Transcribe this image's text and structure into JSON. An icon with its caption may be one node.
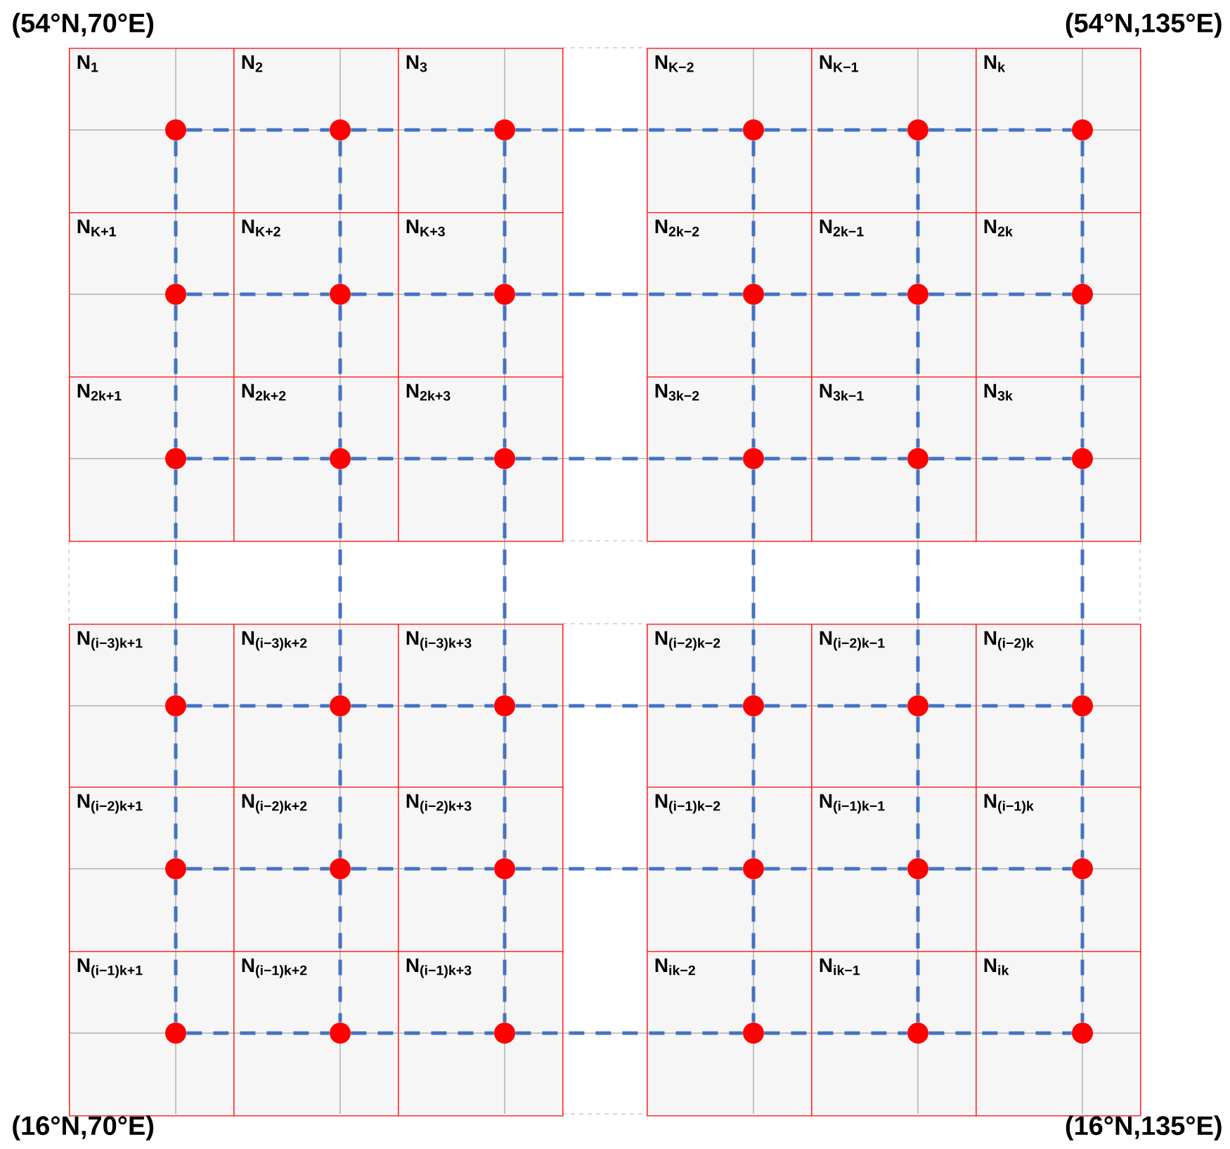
{
  "diagram": {
    "nodes": [
      {
        "text": [
          "N$_{1}$"
        ]
      },
      {
        "text": [],
        "shape": "circle",
        "in": 0
      },
      {
        "text": [
          "N$_{2}$"
        ]
      },
      {
        "text": [],
        "shape": "circle",
        "in": 2
      },
      {
        "text": [
          "N$_{3}$"
        ]
      },
      {
        "text": [],
        "shape": "circle",
        "in": 4
      },
      {
        "text": [
          "N$_{K−2}$"
        ]
      },
      {
        "text": [],
        "shape": "circle",
        "in": 6
      },
      {
        "text": [
          "N$_{K−1}$"
        ]
      },
      {
        "text": [],
        "shape": "circle",
        "in": 8
      },
      {
        "text": [
          "N$_{k}$"
        ]
      },
      {
        "text": [],
        "shape": "circle",
        "in": 10
      },
      {
        "text": [
          "N$_{K+1}$"
        ]
      },
      {
        "text": [],
        "shape": "circle",
        "in": 12
      },
      {
        "text": [
          "N$_{K+2}$"
        ]
      },
      {
        "text": [],
        "shape": "circle",
        "in": 14
      },
      {
        "text": [
          "N$_{K+3}$"
        ]
      },
      {
        "text": [],
        "shape": "circle",
        "in": 16
      },
      {
        "text": [
          "N$_{2k−2}$"
        ]
      },
      {
        "text": [],
        "shape": "circle",
        "in": 18
      },
      {
        "text": [
          "N$_{2k−1}$"
        ]
      },
      {
        "text": [],
        "shape": "circle",
        "in": 20
      },
      {
        "text": [
          "N$_{2k}$"
        ]
      },
      {
        "text": [],
        "shape": "circle",
        "in": 22
      },
      {
        "text": [
          "N$_{2k+1}$"
        ]
      },
      {
        "text": [],
        "shape": "circle",
        "in": 24
      },
      {
        "text": [
          "N$_{2k+2}$"
        ]
      },
      {
        "text": [],
        "shape": "circle",
        "in": 26
      },
      {
        "text": [
          "N$_{2k+3}$"
        ]
      },
      {
        "text": [],
        "shape": "circle",
        "in": 28
      },
      {
        "text": [
          "N$_{3k−2}$"
        ]
      },
      {
        "text": [],
        "shape": "circle",
        "in": 30
      },
      {
        "text": [
          "N$_{3k−1}$"
        ]
      },
      {
        "text": [],
        "shape": "circle",
        "in": 32
      },
      {
        "text": [
          "N$_{3k}$"
        ]
      },
      {
        "text": [],
        "shape": "circle",
        "in": 34
      },
      {
        "text": [
          "N$_{(i−3)k+1}$"
        ]
      },
      {
        "text": [],
        "shape": "circle",
        "in": 36
      },
      {
        "text": [
          "N$_{(i−3)k+2}$"
        ]
      },
      {
        "text": [],
        "shape": "circle",
        "in": 38
      },
      {
        "text": [
          "N$_{(i−3)k+3}$"
        ]
      },
      {
        "text": [],
        "shape": "circle",
        "in": 40
      },
      {
        "text": [
          "N$_{(i−2)k−2}$"
        ]
      },
      {
        "text": [],
        "shape": "circle",
        "in": 42
      },
      {
        "text": [
          "N$_{(i−2)k−1}$"
        ]
      },
      {
        "text": [],
        "shape": "circle",
        "in": 44
      },
      {
        "text": [
          "N$_{(i−2)k}$"
        ]
      },
      {
        "text": [],
        "shape": "circle",
        "in": 46
      },
      {
        "text": [
          "N$_{(i−2)k+1}$"
        ]
      },
      {
        "text": [],
        "shape": "circle",
        "in": 48
      },
      {
        "text": [
          "N$_{(i−2)k+2}$"
        ]
      },
      {
        "text": [],
        "shape": "circle",
        "in": 50
      },
      {
        "text": [
          "N$_{(i−2)k+3}$"
        ]
      },
      {
        "text": [],
        "shape": "circle",
        "in": 52
      },
      {
        "text": [
          "N$_{(i−1)k−2}$"
        ]
      },
      {
        "text": [],
        "shape": "circle",
        "in": 54
      },
      {
        "text": [
          "N$_{(i−1)k−1}$"
        ]
      },
      {
        "text": [],
        "shape": "circle",
        "in": 56
      },
      {
        "text": [
          "N$_{(i−1)k}$"
        ]
      },
      {
        "text": [],
        "shape": "circle",
        "in": 58
      },
      {
        "text": [
          "N$_{(i−1)k+1}$"
        ]
      },
      {
        "text": [],
        "shape": "circle",
        "in": 60
      },
      {
        "text": [
          "N$_{(i−1)k+2}$"
        ]
      },
      {
        "text": [],
        "shape": "circle",
        "in": 62
      },
      {
        "text": [
          "N$_{(i−1)k+3}$"
        ]
      },
      {
        "text": [],
        "shape": "circle",
        "in": 64
      },
      {
        "text": [
          "N$_{ik−2}$"
        ]
      },
      {
        "text": [],
        "shape": "circle",
        "in": 66
      },
      {
        "text": [
          "N$_{ik−1}$"
        ]
      },
      {
        "text": [],
        "shape": "circle",
        "in": 68
      },
      {
        "text": [
          "N$_{ik}$"
        ]
      },
      {
        "text": [],
        "shape": "circle",
        "in": 70
      }
    ],
    "edges": [
      {
        "from": 1,
        "to": 3,
        "arrow": "none",
        "style": "dashed"
      },
      {
        "from": 3,
        "to": 5,
        "arrow": "none",
        "style": "dashed"
      },
      {
        "from": 5,
        "to": 7,
        "arrow": "none",
        "style": "dashed"
      },
      {
        "from": 7,
        "to": 9,
        "arrow": "none",
        "style": "dashed"
      },
      {
        "from": 9,
        "to": 11,
        "arrow": "none",
        "style": "dashed"
      },
      {
        "from": 13,
        "to": 15,
        "arrow": "none",
        "style": "dashed"
      },
      {
        "from": 15,
        "to": 17,
        "arrow": "none",
        "style": "dashed"
      },
      {
        "from": 17,
        "to": 19,
        "arrow": "none",
        "style": "dashed"
      },
      {
        "from": 19,
        "to": 21,
        "arrow": "none",
        "style": "dashed"
      },
      {
        "from": 21,
        "to": 23,
        "arrow": "none",
        "style": "dashed"
      },
      {
        "from": 25,
        "to": 27,
        "arrow": "none",
        "style": "dashed"
      },
      {
        "from": 27,
        "to": 29,
        "arrow": "none",
        "style": "dashed"
      },
      {
        "from": 29,
        "to": 31,
        "arrow": "none",
        "style": "dashed"
      },
      {
        "from": 31,
        "to": 33,
        "arrow": "none",
        "style": "dashed"
      },
      {
        "from": 33,
        "to": 35,
        "arrow": "none",
        "style": "dashed"
      },
      {
        "from": 37,
        "to": 39,
        "arrow": "none",
        "style": "dashed"
      },
      {
        "from": 39,
        "to": 41,
        "arrow": "none",
        "style": "dashed"
      },
      {
        "from": 41,
        "to": 43,
        "arrow": "none",
        "style": "dashed"
      },
      {
        "from": 43,
        "to": 45,
        "arrow": "none",
        "style": "dashed"
      },
      {
        "from": 45,
        "to": 47,
        "arrow": "none",
        "style": "dashed"
      },
      {
        "from": 49,
        "to": 51,
        "arrow": "none",
        "style": "dashed"
      },
      {
        "from": 51,
        "to": 53,
        "arrow": "none",
        "style": "dashed"
      },
      {
        "from": 53,
        "to": 55,
        "arrow": "none",
        "style": "dashed"
      },
      {
        "from": 55,
        "to": 57,
        "arrow": "none",
        "style": "dashed"
      },
      {
        "from": 57,
        "to": 59,
        "arrow": "none",
        "style": "dashed"
      },
      {
        "from": 61,
        "to": 63,
        "arrow": "none",
        "style": "dashed"
      },
      {
        "from": 63,
        "to": 65,
        "arrow": "none",
        "style": "dashed"
      },
      {
        "from": 65,
        "to": 67,
        "arrow": "none",
        "style": "dashed"
      },
      {
        "from": 67,
        "to": 69,
        "arrow": "none",
        "style": "dashed"
      },
      {
        "from": 69,
        "to": 71,
        "arrow": "none",
        "style": "dashed"
      },
      {
        "from": 1,
        "to": 13,
        "arrow": "none",
        "style": "dashed"
      },
      {
        "from": 13,
        "to": 25,
        "arrow": "none",
        "style": "dashed"
      },
      {
        "from": 25,
        "to": 37,
        "arrow": "none",
        "style": "dashed"
      },
      {
        "from": 37,
        "to": 49,
        "arrow": "none",
        "style": "dashed"
      },
      {
        "from": 49,
        "to": 61,
        "arrow": "none",
        "style": "dashed"
      },
      {
        "from": 3,
        "to": 15,
        "arrow": "none",
        "style": "dashed"
      },
      {
        "from": 15,
        "to": 27,
        "arrow": "none",
        "style": "dashed"
      },
      {
        "from": 27,
        "to": 39,
        "arrow": "none",
        "style": "dashed"
      },
      {
        "from": 39,
        "to": 51,
        "arrow": "none",
        "style": "dashed"
      },
      {
        "from": 51,
        "to": 63,
        "arrow": "none",
        "style": "dashed"
      },
      {
        "from": 5,
        "to": 17,
        "arrow": "none",
        "style": "dashed"
      },
      {
        "from": 17,
        "to": 29,
        "arrow": "none",
        "style": "dashed"
      },
      {
        "from": 29,
        "to": 41,
        "arrow": "none",
        "style": "dashed"
      },
      {
        "from": 41,
        "to": 53,
        "arrow": "none",
        "style": "dashed"
      },
      {
        "from": 53,
        "to": 65,
        "arrow": "none",
        "style": "dashed"
      },
      {
        "from": 7,
        "to": 19,
        "arrow": "none",
        "style": "dashed"
      },
      {
        "from": 19,
        "to": 31,
        "arrow": "none",
        "style": "dashed"
      },
      {
        "from": 31,
        "to": 43,
        "arrow": "none",
        "style": "dashed"
      },
      {
        "from": 43,
        "to": 55,
        "arrow": "none",
        "style": "dashed"
      },
      {
        "from": 55,
        "to": 67,
        "arrow": "none",
        "style": "dashed"
      },
      {
        "from": 9,
        "to": 21,
        "arrow": "none",
        "style": "dashed"
      },
      {
        "from": 21,
        "to": 33,
        "arrow": "none",
        "style": "dashed"
      },
      {
        "from": 33,
        "to": 45,
        "arrow": "none",
        "style": "dashed"
      },
      {
        "from": 45,
        "to": 57,
        "arrow": "none",
        "style": "dashed"
      },
      {
        "from": 57,
        "to": 69,
        "arrow": "none",
        "style": "dashed"
      },
      {
        "from": 11,
        "to": 23,
        "arrow": "none",
        "style": "dashed"
      },
      {
        "from": 23,
        "to": 35,
        "arrow": "none",
        "style": "dashed"
      },
      {
        "from": 35,
        "to": 47,
        "arrow": "none",
        "style": "dashed"
      },
      {
        "from": 47,
        "to": 59,
        "arrow": "none",
        "style": "dashed"
      },
      {
        "from": 59,
        "to": 71,
        "arrow": "none",
        "style": "dashed"
      }
    ],
    "labels": [
      "(54°N,70°E)",
      "(54°N,135°E)",
      "(16°N,70°E)",
      "(16°N,135°E)"
    ]
  }
}
